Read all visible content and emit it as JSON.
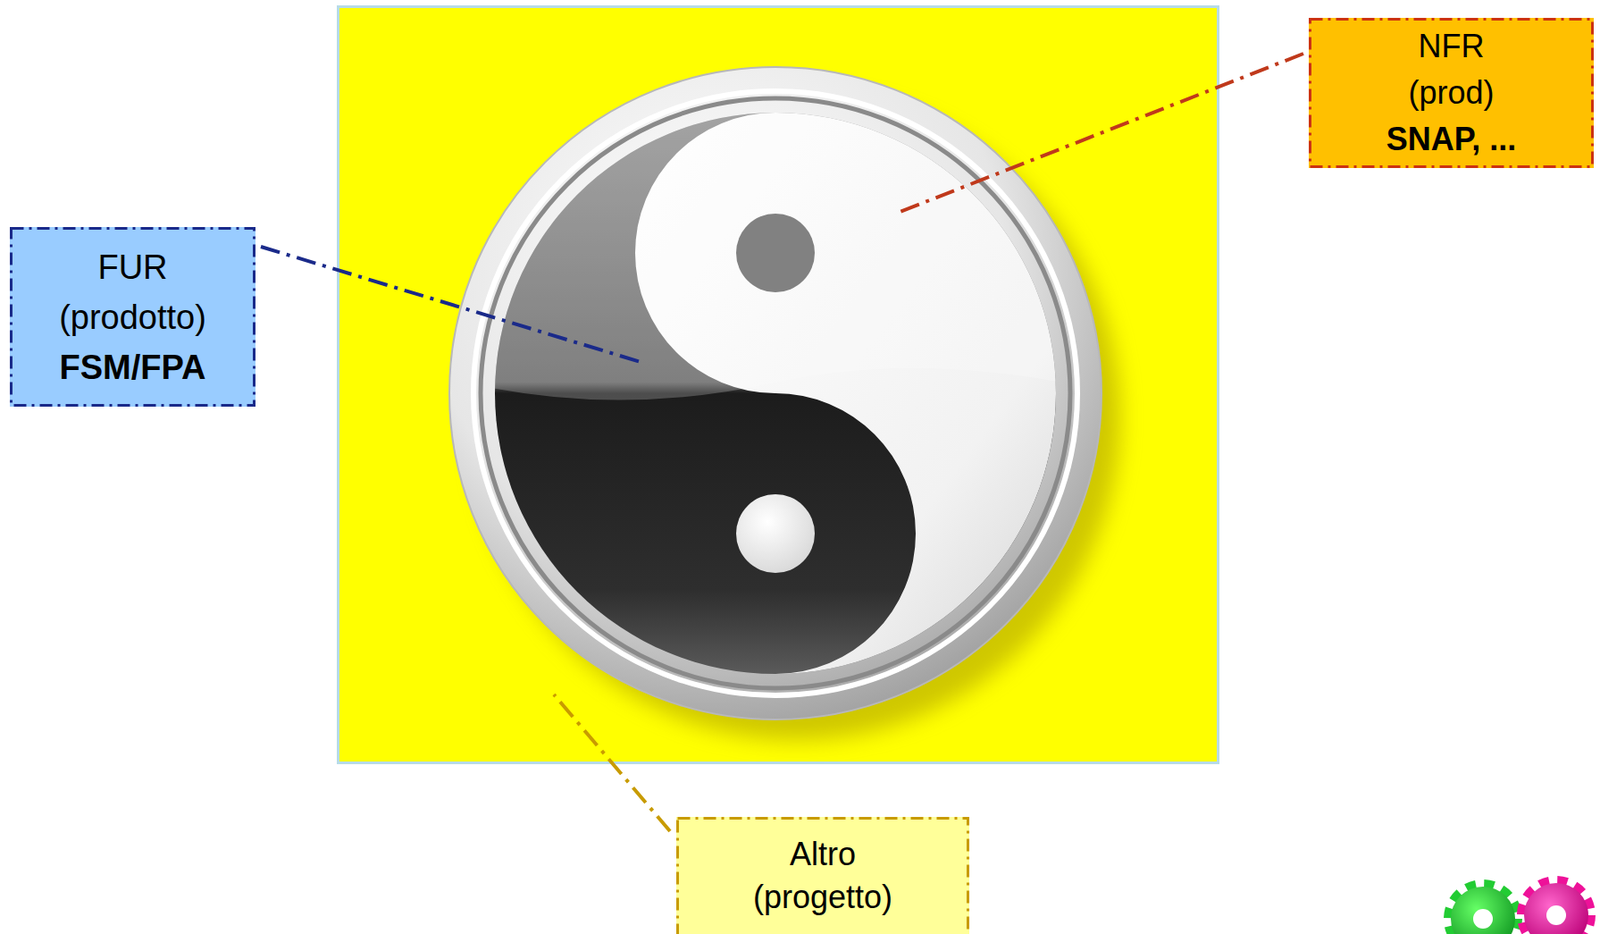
{
  "diagram": {
    "nodes": [
      {
        "text": [
          "NFR",
          "(prod)",
          "SNAP, ..."
        ]
      },
      {
        "text": [
          "FUR",
          "(prodotto)",
          "FSM/FPA"
        ]
      },
      {
        "text": [
          "Altro",
          "(progetto)"
        ]
      }
    ]
  }
}
